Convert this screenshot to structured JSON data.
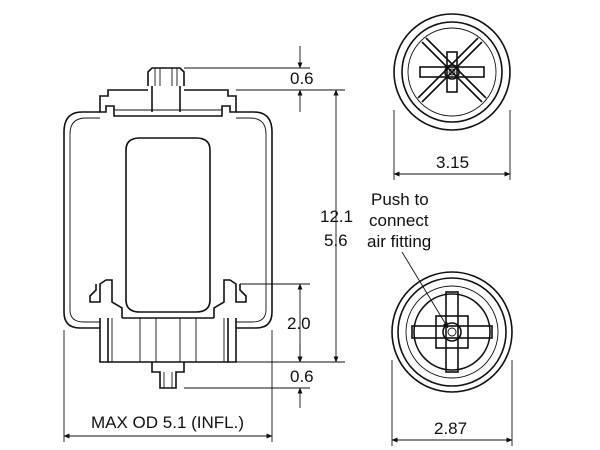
{
  "dimensions": {
    "top_offset": "0.6",
    "overall_height_max": "12.1",
    "overall_height_min": "5.6",
    "bottom_mount": "2.0",
    "bottom_offset": "0.6",
    "max_od": "MAX OD 5.1 (INFL.)",
    "top_plate_width": "3.15",
    "base_width": "2.87"
  },
  "callout": {
    "line1": "Push to",
    "line2": "connect",
    "line3": "air fitting"
  }
}
